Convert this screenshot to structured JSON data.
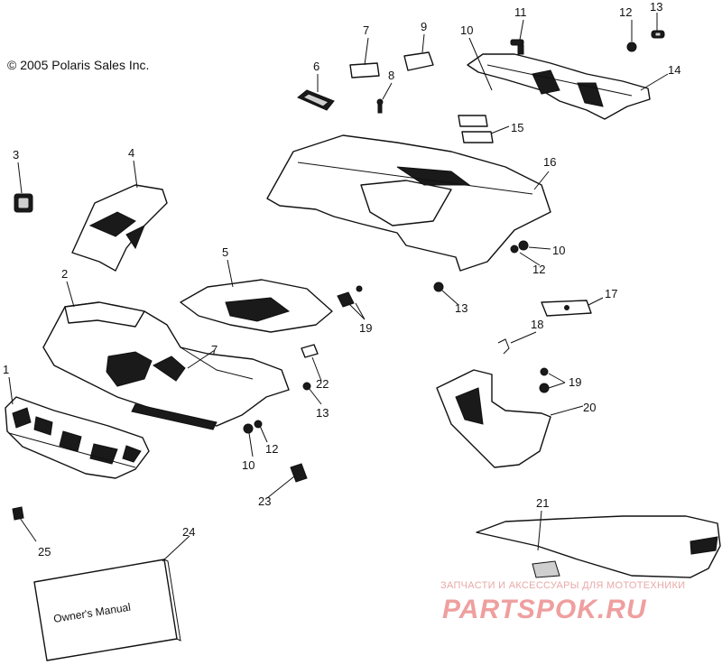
{
  "copyright": "© 2005 Polaris Sales Inc.",
  "manual_label": "Owner's Manual",
  "watermark": {
    "line1": "ЗАПЧАСТИ И АКСЕССУАРЫ ДЛЯ МОТОТЕХНИКИ",
    "line2": "PARTSPOK.RU"
  },
  "callouts": {
    "c1": "1",
    "c2": "2",
    "c3": "3",
    "c4": "4",
    "c5": "5",
    "c6": "6",
    "c7": "7",
    "c8": "8",
    "c9": "9",
    "c10a": "10",
    "c10b": "10",
    "c10c": "10",
    "c11": "11",
    "c12a": "12",
    "c12b": "12",
    "c12c": "12",
    "c13a": "13",
    "c13b": "13",
    "c13c": "13",
    "c14": "14",
    "c15": "15",
    "c16": "16",
    "c17": "17",
    "c18": "18",
    "c19a": "19",
    "c19b": "19",
    "c20": "20",
    "c21": "21",
    "c22": "22",
    "c23": "23",
    "c24": "24",
    "c25": "25"
  }
}
